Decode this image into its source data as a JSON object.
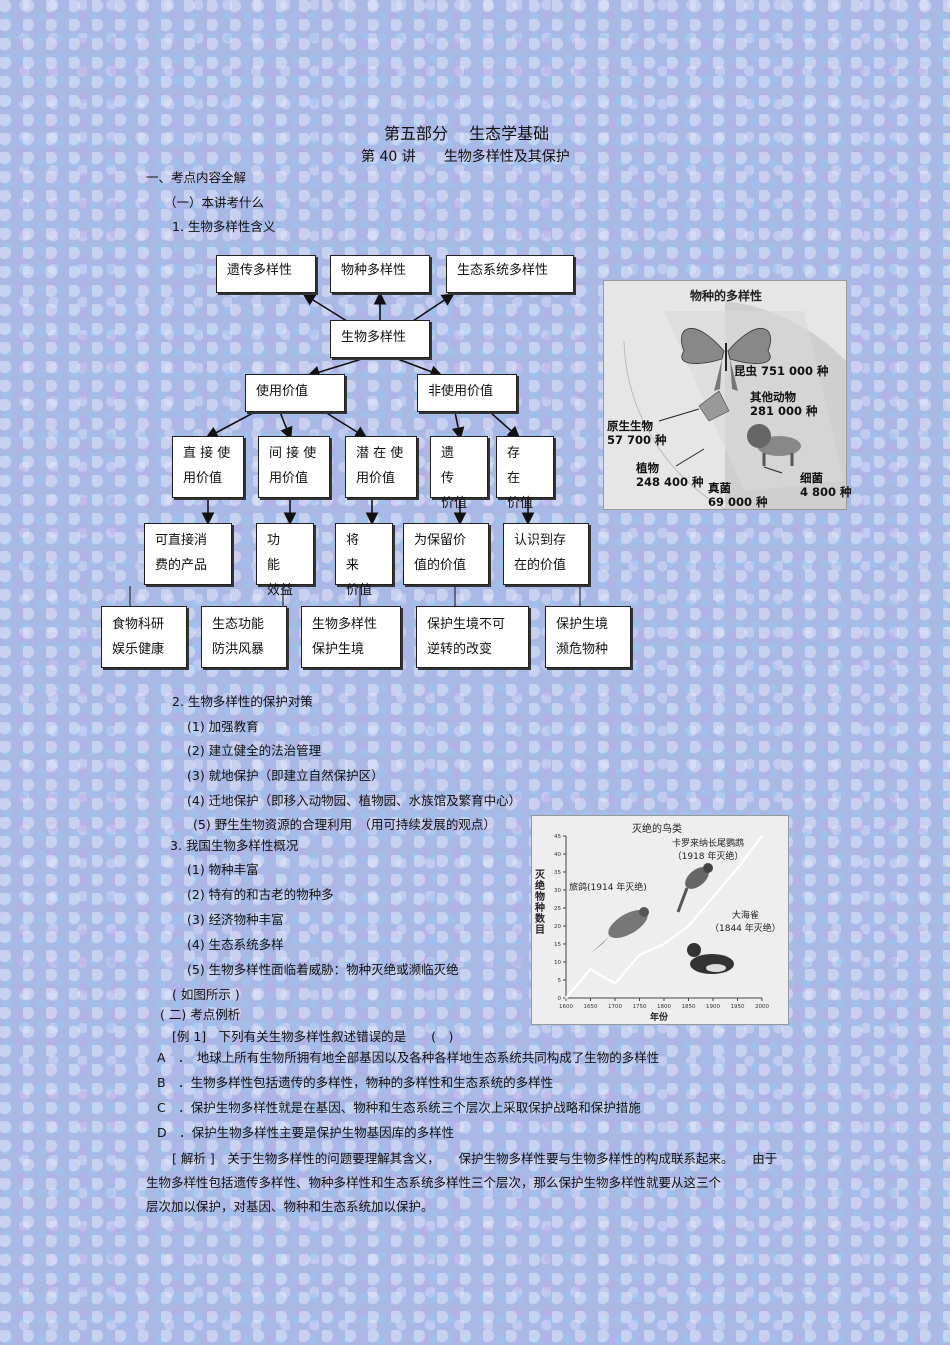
{
  "header": {
    "part_title": "第五部分　 生态学基础",
    "lecture_title": "第 40 讲　　生物多样性及其保护"
  },
  "outline": {
    "section1": "一、考点内容全解",
    "sub1": "（一）本讲考什么",
    "item1": "1. 生物多样性含义"
  },
  "diagram": {
    "top": [
      "遗传多样性",
      "物种多样性",
      "生态系统多样性"
    ],
    "center": "生物多样性",
    "values": [
      "使用价值",
      "非使用价值"
    ],
    "level3": [
      [
        "直 接 使",
        "用价值"
      ],
      [
        "间 接 使",
        "用价值"
      ],
      [
        "潜 在 使",
        "用价值"
      ],
      [
        "遗　传",
        "价值"
      ],
      [
        "存　在",
        "价值"
      ]
    ],
    "level4": [
      [
        "可直接消",
        "费的产品"
      ],
      [
        "功　能",
        "效益"
      ],
      [
        "将　来",
        "价值"
      ],
      [
        "为保留价",
        "值的价值"
      ],
      [
        "认识到存",
        "在的价值"
      ]
    ],
    "level5": [
      [
        "食物科研",
        "娱乐健康"
      ],
      [
        "生态功能",
        "防洪风暴"
      ],
      [
        "生物多样性",
        "保护生境"
      ],
      [
        "保护生境不可",
        "逆转的改变"
      ],
      [
        "保护生境",
        "濒危物种"
      ]
    ]
  },
  "species_figure": {
    "title": "物种的多样性",
    "labels": [
      [
        "昆虫 751 000 种"
      ],
      [
        "其他动物",
        "281 000 种"
      ],
      [
        "原生生物",
        "57 700 种"
      ],
      [
        "植物",
        "248 400 种"
      ],
      [
        "真菌",
        "69 000 种"
      ],
      [
        "细菌",
        "4 800 种"
      ]
    ]
  },
  "protection": {
    "heading": "2. 生物多样性的保护对策",
    "items": [
      "(1)  加强教育",
      "(2)  建立健全的法治管理",
      "(3)  就地保护（即建立自然保护区）",
      "(4)  迁地保护（即移入动物园、植物园、水族馆及繁育中心）",
      "(5) 野生生物资源的合理利用　（用可持续发展的观点）"
    ]
  },
  "china": {
    "heading": "3. 我国生物多样性概况",
    "items": [
      "(1)  物种丰富",
      "(2)  特有的和古老的物种多",
      "(3)  经济物种丰富",
      "(4)  生态系统多样",
      "(5)  生物多样性面临着威胁：物种灭绝或濒临灭绝"
    ],
    "note": "( 如图所示 )"
  },
  "birds_chart": {
    "title": "灭绝的鸟类",
    "ylabel": "灭绝物种数目",
    "xlabel": "年份",
    "bird_labels": [
      [
        "卡罗来纳长尾鹦鹉",
        "（1918 年灭绝）"
      ],
      [
        "旅鸽(1914 年灭绝)"
      ],
      [
        "大海雀",
        "（1844 年灭绝）"
      ]
    ]
  },
  "chart_data": {
    "type": "line",
    "title": "灭绝的鸟类",
    "xlabel": "年份",
    "ylabel": "灭绝物种数目",
    "x": [
      1600,
      1650,
      1700,
      1750,
      1800,
      1850,
      1900,
      1950,
      2000
    ],
    "y": [
      0,
      8,
      4,
      12,
      15,
      20,
      28,
      36,
      45
    ],
    "xticks": [
      "1600",
      "1650",
      "1700",
      "1750",
      "1800",
      "1850",
      "1900",
      "1950",
      "2000"
    ],
    "yticks": [
      "0",
      "5",
      "10",
      "15",
      "20",
      "25",
      "30",
      "35",
      "40",
      "45"
    ],
    "xlim": [
      1600,
      2000
    ],
    "ylim": [
      0,
      45
    ]
  },
  "examples": {
    "sub2": "( 二) 考点例析",
    "question": "[例 1]　下列有关生物多样性叙述错误的是　　(　)",
    "options": [
      "A　．　地球上所有生物所拥有地全部基因以及各种各样地生态系统共同构成了生物的多样性",
      "B　．生物多样性包括遗传的多样性，物种的多样性和生态系统的多样性",
      "C　．保护生物多样性就是在基因、物种和生态系统三个层次上采取保护战略和保护措施",
      "D　．保护生物多样性主要是保护生物基因库的多样性"
    ],
    "analysis": [
      "[ 解析 ]　关于生物多样性的问题要理解其含义，　　保护生物多样性要与生物多样性的构成联系起来。　　由于",
      "生物多样性包括遗传多样性、物种多样性和生态系统多样性三个层次，那么保护生物多样性就要从这三个",
      "层次加以保护，对基因、物种和生态系统加以保护。"
    ]
  }
}
